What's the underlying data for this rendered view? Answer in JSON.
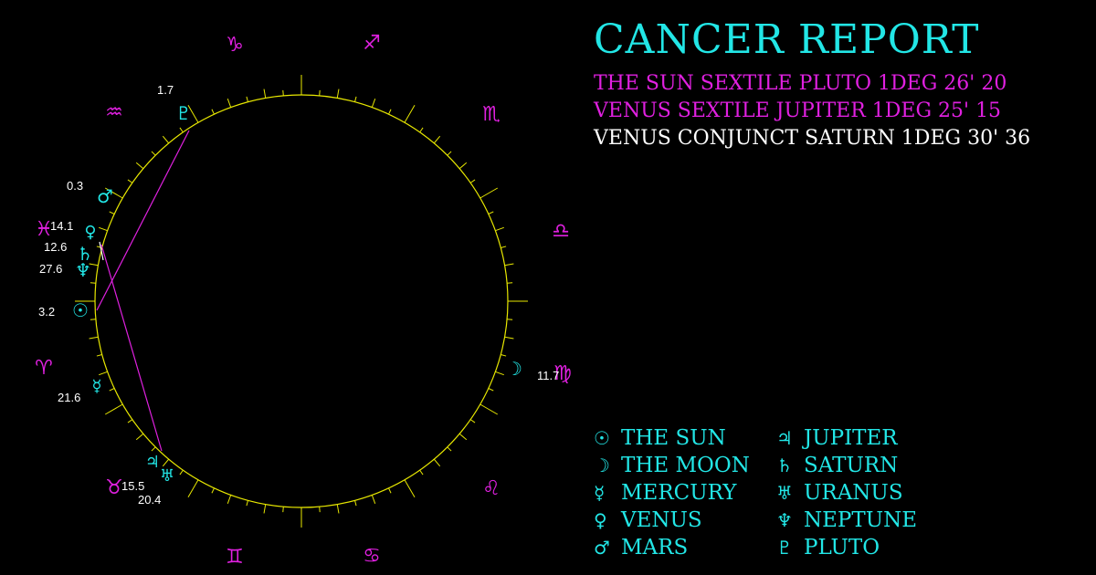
{
  "title": "CANCER REPORT",
  "aspects": [
    {
      "text": "THE SUN SEXTILE PLUTO 1DEG 26' 20",
      "color": "#e020e0"
    },
    {
      "text": "VENUS SEXTILE JUPITER 1DEG 25' 15",
      "color": "#e020e0"
    },
    {
      "text": "VENUS CONJUNCT SATURN 1DEG 30' 36",
      "color": "#ffffff"
    }
  ],
  "legend": [
    {
      "glyph": "☉",
      "name": "THE SUN"
    },
    {
      "glyph": "☽",
      "name": "THE MOON"
    },
    {
      "glyph": "☿",
      "name": "MERCURY"
    },
    {
      "glyph": "♀",
      "name": "VENUS"
    },
    {
      "glyph": "♂",
      "name": "MARS"
    },
    {
      "glyph": "♃",
      "name": "JUPITER"
    },
    {
      "glyph": "♄",
      "name": "SATURN"
    },
    {
      "glyph": "♅",
      "name": "URANUS"
    },
    {
      "glyph": "♆",
      "name": "NEPTUNE"
    },
    {
      "glyph": "♇",
      "name": "PLUTO"
    }
  ],
  "zodiac": [
    {
      "glyph": "♑",
      "name": "capricorn"
    },
    {
      "glyph": "♐",
      "name": "sagittarius"
    },
    {
      "glyph": "♏",
      "name": "scorpio"
    },
    {
      "glyph": "♎",
      "name": "libra"
    },
    {
      "glyph": "♍",
      "name": "virgo"
    },
    {
      "glyph": "♌",
      "name": "leo"
    },
    {
      "glyph": "♋",
      "name": "cancer"
    },
    {
      "glyph": "♊",
      "name": "gemini"
    },
    {
      "glyph": "♉",
      "name": "taurus"
    },
    {
      "glyph": "♈",
      "name": "aries"
    },
    {
      "glyph": "♓",
      "name": "pisces"
    },
    {
      "glyph": "♒",
      "name": "aquarius"
    }
  ],
  "planets": [
    {
      "name": "pluto",
      "glyph": "♇",
      "degree": "1.7"
    },
    {
      "name": "mars",
      "glyph": "♂",
      "degree": "0.3"
    },
    {
      "name": "venus",
      "glyph": "♀",
      "degree": "14.1"
    },
    {
      "name": "saturn",
      "glyph": "♄",
      "degree": "12.6"
    },
    {
      "name": "neptune",
      "glyph": "♆",
      "degree": "27.6"
    },
    {
      "name": "sun",
      "glyph": "☉",
      "degree": "3.2"
    },
    {
      "name": "mercury",
      "glyph": "☿",
      "degree": "21.6"
    },
    {
      "name": "jupiter",
      "glyph": "♃",
      "degree": "15.5"
    },
    {
      "name": "uranus",
      "glyph": "♅",
      "degree": "20.4"
    },
    {
      "name": "moon",
      "glyph": "☽",
      "degree": "11.7"
    }
  ],
  "colors": {
    "accent": "#22e6e6",
    "magenta": "#e020e0",
    "ring": "#e8e800",
    "background": "#000000"
  }
}
